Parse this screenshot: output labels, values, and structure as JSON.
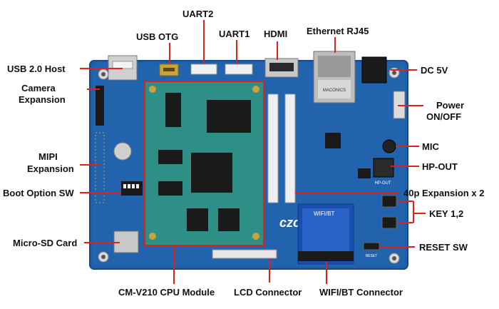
{
  "labels": {
    "usb_otg": "USB OTG",
    "uart2": "UART2",
    "uart1": "UART1",
    "hdmi": "HDMI",
    "ethernet": "Ethernet RJ45",
    "usb_host": "USB 2.0 Host",
    "camera_1": "Camera",
    "camera_2": "Expansion",
    "mipi_1": "MIPI",
    "mipi_2": "Expansion",
    "boot_sw": "Boot Option SW",
    "micro_sd": "Micro-SD Card",
    "dc5v": "DC 5V",
    "power_1": "Power",
    "power_2": "ON/OFF",
    "mic": "MIC",
    "hp_out": "HP-OUT",
    "expansion_40p": "40p Expansion x 2",
    "key": "KEY 1,2",
    "reset_sw": "RESET SW",
    "cpu_module": "CM-V210 CPU Module",
    "lcd_connector": "LCD Connector",
    "wifi_bt": "WIFI/BT Connector"
  },
  "colors": {
    "board_blue": "#1f5fa8",
    "board_edge": "#174a86",
    "module_green": "#2d8f86",
    "leader_red": "#e0201a",
    "chip_black": "#1a1a1a",
    "gold": "#c9a43a",
    "silver": "#c8c8c8"
  },
  "board_text": {
    "wifi_bt_silk": "WIFI/BT",
    "logo": "czc",
    "hp_out_silk": "HP-OUT",
    "reset_silk": "RESET",
    "ethernet_jack": "MACONICS"
  }
}
